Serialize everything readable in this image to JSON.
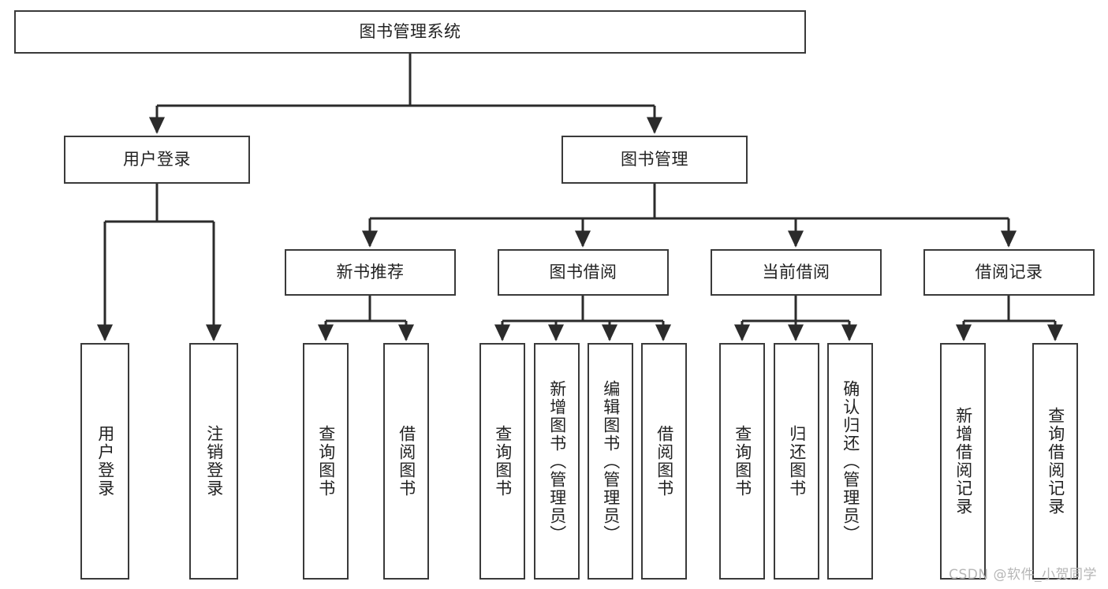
{
  "diagram": {
    "type": "tree",
    "title": "图书管理系统",
    "orientation": "top-down",
    "colors": {
      "box_border": "#3a3a3a",
      "box_fill": "#ffffff",
      "edge": "#2b2b2b",
      "text": "#222222",
      "watermark": "#b6b6b6"
    },
    "nodes": {
      "root": {
        "label": "图书管理系统"
      },
      "level2": [
        {
          "id": "user-login",
          "label": "用户登录"
        },
        {
          "id": "book-manage",
          "label": "图书管理"
        }
      ],
      "level3": [
        {
          "id": "new-book-recommend",
          "label": "新书推荐"
        },
        {
          "id": "book-borrow",
          "label": "图书借阅"
        },
        {
          "id": "current-borrow",
          "label": "当前借阅"
        },
        {
          "id": "borrow-record",
          "label": "借阅记录"
        }
      ],
      "leaves": {
        "user_login": [
          {
            "id": "leaf-user-login",
            "label": "用户登录"
          },
          {
            "id": "leaf-logout",
            "label": "注销登录"
          }
        ],
        "new_book_recommend": [
          {
            "id": "leaf-query-book-1",
            "label": "查询图书"
          },
          {
            "id": "leaf-borrow-book-1",
            "label": "借阅图书"
          }
        ],
        "book_borrow": [
          {
            "id": "leaf-query-book-2",
            "label": "查询图书"
          },
          {
            "id": "leaf-add-book",
            "label": "新增图书（管理员）"
          },
          {
            "id": "leaf-edit-book",
            "label": "编辑图书（管理员）"
          },
          {
            "id": "leaf-borrow-book-2",
            "label": "借阅图书"
          }
        ],
        "current_borrow": [
          {
            "id": "leaf-query-book-3",
            "label": "查询图书"
          },
          {
            "id": "leaf-return-book",
            "label": "归还图书"
          },
          {
            "id": "leaf-confirm-return",
            "label": "确认归还（管理员）"
          }
        ],
        "borrow_record": [
          {
            "id": "leaf-add-record",
            "label": "新增借阅记录"
          },
          {
            "id": "leaf-query-record",
            "label": "查询借阅记录"
          }
        ]
      }
    }
  },
  "watermark": {
    "text": "CSDN @软件_小贺同学"
  }
}
